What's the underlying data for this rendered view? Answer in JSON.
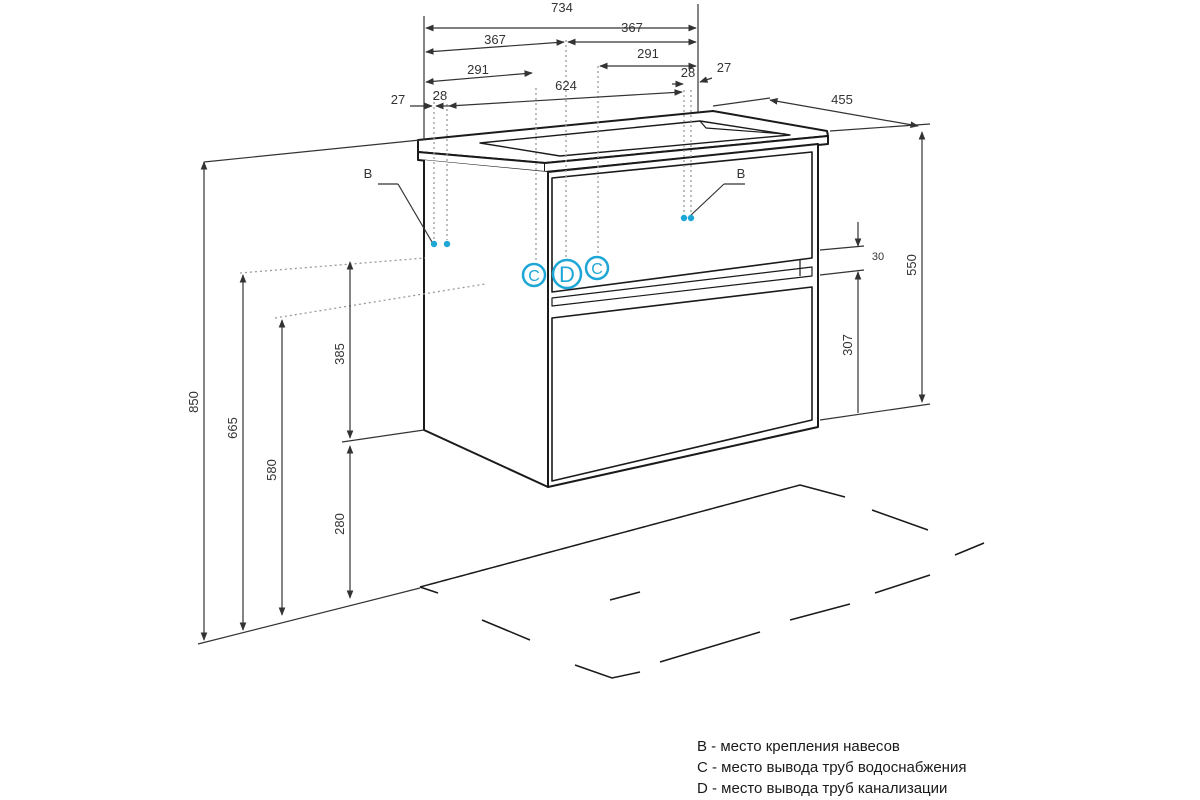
{
  "colors": {
    "outline": "#1a1a1a",
    "dimension": "#333333",
    "guide": "#9a9a9a",
    "accent": "#1ea7d6"
  },
  "dimensions": {
    "width_total": "734",
    "half_left": "367",
    "half_right": "367",
    "inner_left": "291",
    "inner_right": "291",
    "inner_width": "624",
    "offset_left_outer": "27",
    "offset_left_inner": "28",
    "offset_right_inner": "28",
    "offset_right_outer": "27",
    "depth": "455",
    "height_total": "850",
    "height_body": "550",
    "height_b_mount": "665",
    "height_c_outlet": "580",
    "height_upper": "385",
    "height_lower": "280",
    "gap": "30",
    "lower_front": "307"
  },
  "markers": {
    "b_left": "B",
    "b_right": "B",
    "c_left": "C",
    "d_center": "D",
    "c_right": "C"
  },
  "legend": [
    {
      "key": "B",
      "text": " - место крепления навесов"
    },
    {
      "key": "C",
      "text": " - место вывода труб водоснабжения"
    },
    {
      "key": "D",
      "text": " - место вывода труб канализации"
    }
  ]
}
